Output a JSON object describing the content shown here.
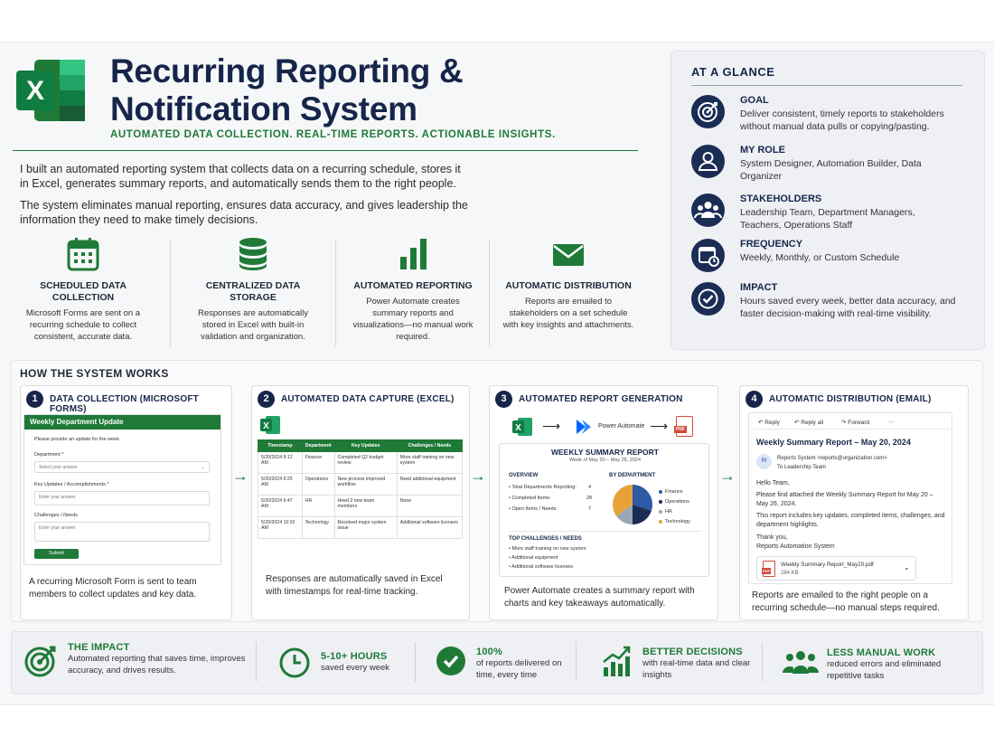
{
  "header": {
    "title_line1": "Recurring Reporting &",
    "title_line2": "Notification System",
    "subtitle": "AUTOMATED DATA COLLECTION. REAL-TIME REPORTS. ACTIONABLE INSIGHTS.",
    "logo_letter": "X"
  },
  "intro": {
    "p1": "I built an automated reporting system that collects data on a recurring schedule, stores it in Excel, generates summary reports, and automatically sends them to the right people.",
    "p2": "The system eliminates manual reporting, ensures data accuracy, and gives leadership the information they need to make timely decisions."
  },
  "features": [
    {
      "title": "SCHEDULED DATA COLLECTION",
      "desc": "Microsoft Forms are sent on a recurring schedule to collect consistent, accurate data.",
      "icon": "calendar-icon"
    },
    {
      "title": "CENTRALIZED DATA STORAGE",
      "desc": "Responses are automatically stored in Excel with built-in validation and organization.",
      "icon": "database-icon"
    },
    {
      "title": "AUTOMATED REPORTING",
      "desc": "Power Automate creates summary reports and visualizations—no manual work required.",
      "icon": "bar-chart-icon"
    },
    {
      "title": "AUTOMATIC DISTRIBUTION",
      "desc": "Reports are emailed to stakeholders on a set schedule with key insights and attachments.",
      "icon": "envelope-icon"
    }
  ],
  "glance": {
    "heading": "AT A GLANCE",
    "items": [
      {
        "title": "GOAL",
        "desc": "Deliver consistent, timely reports to stakeholders without manual data pulls or copying/pasting.",
        "icon": "target-icon"
      },
      {
        "title": "MY ROLE",
        "desc": "System Designer, Automation Builder, Data Organizer",
        "icon": "person-icon"
      },
      {
        "title": "STAKEHOLDERS",
        "desc": "Leadership Team, Department Managers, Teachers, Operations Staff",
        "icon": "group-icon"
      },
      {
        "title": "FREQUENCY",
        "desc": "Weekly, Monthly, or Custom Schedule",
        "icon": "calendar-clock-icon"
      },
      {
        "title": "IMPACT",
        "desc": "Hours saved every week, better data accuracy, and faster decision-making with real-time visibility.",
        "icon": "check-circle-icon"
      }
    ]
  },
  "how": {
    "heading": "HOW THE SYSTEM WORKS",
    "steps": [
      {
        "num": "1",
        "title": "DATA COLLECTION (MICROSOFT FORMS)",
        "caption": "A recurring Microsoft Form is sent to team members to collect updates and key data."
      },
      {
        "num": "2",
        "title": "AUTOMATED DATA CAPTURE (EXCEL)",
        "caption": "Responses are automatically saved in Excel with timestamps for real-time tracking."
      },
      {
        "num": "3",
        "title": "AUTOMATED REPORT GENERATION",
        "caption": "Power Automate creates a summary report with charts and key takeaways automatically."
      },
      {
        "num": "4",
        "title": "AUTOMATIC DISTRIBUTION (EMAIL)",
        "caption": "Reports are emailed to the right people on a recurring schedule—no manual steps required."
      }
    ],
    "form": {
      "header": "Weekly Department Update",
      "intro": "Please provide an update for the week.",
      "f1_label": "Department *",
      "f1_placeholder": "Select your answer",
      "f2_label": "Key Updates / Accomplishments *",
      "f2_placeholder": "Enter your answer",
      "f3_label": "Challenges / Needs",
      "f3_placeholder": "Enter your answer",
      "submit": "Submit"
    },
    "table": {
      "headers": [
        "Timestamp",
        "Department",
        "Key Updates",
        "Challenges / Needs"
      ],
      "rows": [
        [
          "5/20/2024 9:12 AM",
          "Finance",
          "Completed Q2 budget review",
          "More staff training on new system"
        ],
        [
          "5/20/2024 9:25 AM",
          "Operations",
          "New process improved workflow",
          "Need additional equipment"
        ],
        [
          "5/20/2024 9:47 AM",
          "HR",
          "Hired 2 new team members",
          "None"
        ],
        [
          "5/20/2024 10:02 AM",
          "Technology",
          "Resolved major system issue",
          "Additional software licenses"
        ]
      ]
    },
    "flow": {
      "middle": "Power Automate",
      "pdf": "PDF"
    },
    "report": {
      "title": "WEEKLY SUMMARY REPORT",
      "week": "Week of May 20 – May 26, 2024",
      "overview_heading": "OVERVIEW",
      "overview": [
        {
          "label": "• Total Departments Reporting:",
          "value": "4"
        },
        {
          "label": "• Completed Items:",
          "value": "28"
        },
        {
          "label": "• Open Items / Needs:",
          "value": "7"
        }
      ],
      "dept_heading": "BY DEPARTMENT",
      "top_heading": "TOP CHALLENGES / NEEDS",
      "top": [
        "• More staff training on new system",
        "• Additional equipment",
        "• Additional software licenses"
      ]
    },
    "email": {
      "actions": [
        "Reply",
        "Reply all",
        "Forward",
        "···"
      ],
      "subject": "Weekly Summary Report – May 20, 2024",
      "avatar": "RI",
      "from": "Reports System <reports@organization.com>",
      "to": "To   Leadership Team",
      "body1": "Hello Team,",
      "body2": "Please find attached the Weekly Summary Report for May 20 – May 26, 2024.",
      "body3": "This report includes key updates, completed items, challenges, and department highlights.",
      "body4": "Thank you,",
      "body5": "Reports Automation System",
      "attachment_name": "Weekly Summary Report_May20.pdf",
      "attachment_size": "284 KB",
      "pdf_label": "PDF"
    }
  },
  "chart_data": {
    "type": "pie",
    "title": "BY DEPARTMENT",
    "categories": [
      "Finance",
      "Operations",
      "HR",
      "Technology"
    ],
    "values": [
      30,
      20,
      15,
      35
    ],
    "colors": [
      "#2f5aa5",
      "#1b2c55",
      "#9aa7b6",
      "#e8a23a"
    ]
  },
  "impact": [
    {
      "title": "THE IMPACT",
      "desc": "Automated reporting that saves time, improves accuracy, and drives results.",
      "icon": "target-icon"
    },
    {
      "title": "5-10+ HOURS",
      "desc": "saved every week",
      "icon": "clock-icon"
    },
    {
      "title": "100%",
      "desc": "of reports delivered on time, every time",
      "icon": "check-circle-icon"
    },
    {
      "title": "BETTER DECISIONS",
      "desc": "with real-time data and clear insights",
      "icon": "trend-chart-icon"
    },
    {
      "title": "LESS MANUAL WORK",
      "desc": "reduced errors and eliminated repetitive tasks",
      "icon": "team-icon"
    }
  ]
}
